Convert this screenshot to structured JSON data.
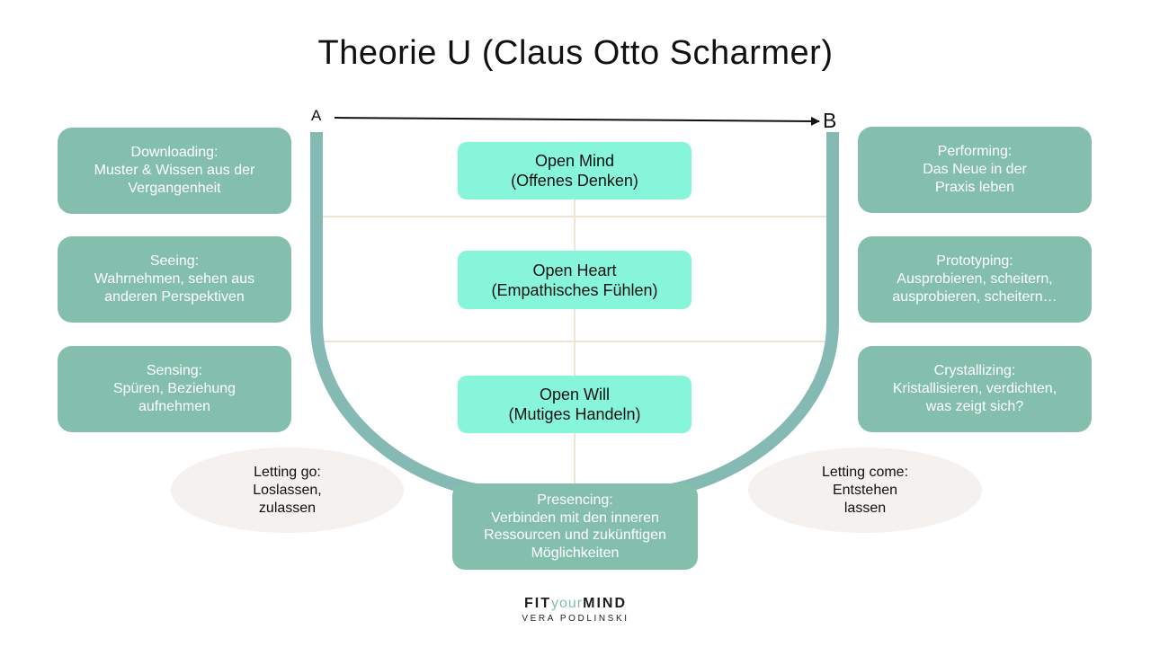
{
  "title": "Theorie U (Claus Otto Scharmer)",
  "points": {
    "start": "A",
    "end": "B"
  },
  "left_column": [
    {
      "label": "Downloading:\nMuster & Wissen aus der\nVergangenheit"
    },
    {
      "label": "Seeing:\nWahrnehmen, sehen aus\nanderen Perspektiven"
    },
    {
      "label": "Sensing:\nSpüren, Beziehung\naufnehmen"
    }
  ],
  "center_column": [
    {
      "label": "Open Mind\n(Offenes Denken)"
    },
    {
      "label": "Open Heart\n(Empathisches Fühlen)"
    },
    {
      "label": "Open Will\n(Mutiges Handeln)"
    }
  ],
  "right_column": [
    {
      "label": "Performing:\nDas Neue in der\nPraxis leben"
    },
    {
      "label": "Prototyping:\nAusprobieren, scheitern,\nausprobieren, scheitern…"
    },
    {
      "label": "Crystallizing:\nKristallisieren, verdichten,\nwas zeigt sich?"
    }
  ],
  "bottom": {
    "letting_go": "Letting go:\nLoslassen,\nzulassen",
    "presencing": "Presencing:\nVerbinden mit den inneren\nRessourcen und zukünftigen\nMöglichkeiten",
    "letting_come": "Letting come:\nEntstehen\nlassen"
  },
  "logo": {
    "part1": "FIT",
    "part2": "your",
    "part3": "MIND",
    "subtitle": "VERA PODLINSKI"
  },
  "colors": {
    "u_shape": "#84b9b4",
    "side_box": "#84bfad",
    "center_box": "#86f5d9",
    "oval": "#f4f1ef",
    "grid_line": "#ede4d6",
    "arrow": "#111111"
  }
}
